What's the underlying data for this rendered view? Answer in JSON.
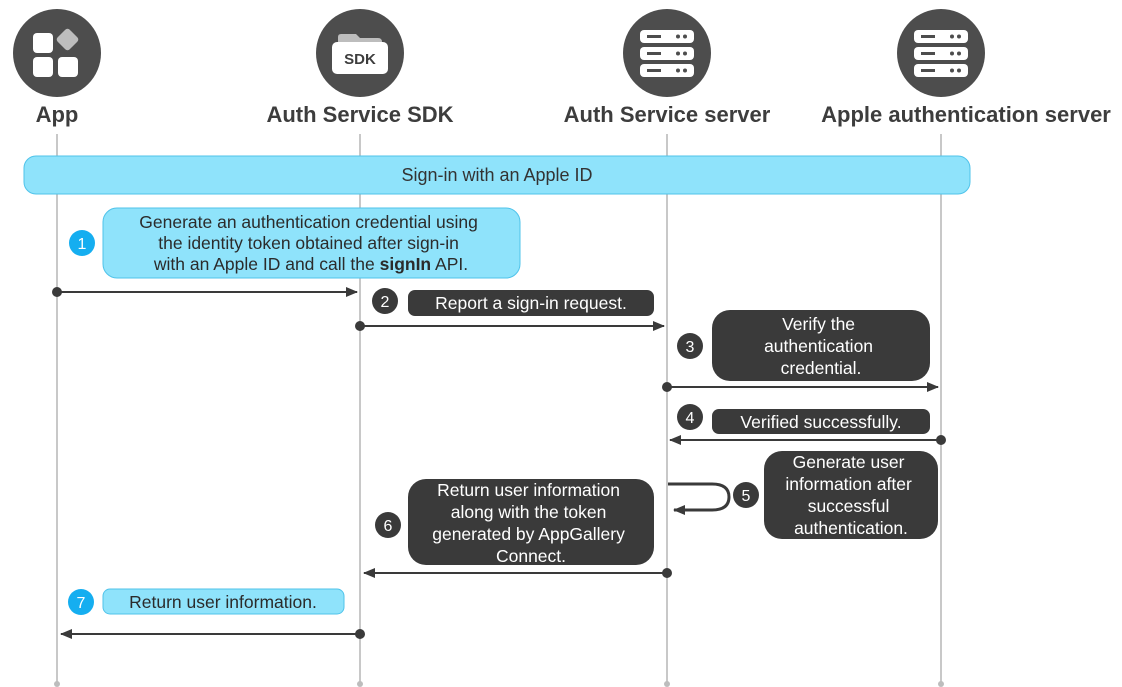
{
  "colors": {
    "lifeline": "#c8c8c8",
    "icon_bg": "#4d4d4d",
    "light_note_bg": "#8fe3fb",
    "light_note_border": "#4fc3ea",
    "dark_note_bg": "#3a3a3a",
    "light_badge": "#15aef0",
    "dark_badge": "#3a3a3a",
    "arrow": "#3a3a3a"
  },
  "actors": [
    {
      "id": "app",
      "label": "App",
      "icon": "app-grid-icon"
    },
    {
      "id": "sdk",
      "label": "Auth Service SDK",
      "icon": "sdk-folder-icon",
      "icon_text": "SDK"
    },
    {
      "id": "server",
      "label": "Auth Service server",
      "icon": "server-rack-icon"
    },
    {
      "id": "apple",
      "label": "Apple authentication server",
      "icon": "server-rack-icon"
    }
  ],
  "phase": {
    "label": "Sign-in with an Apple ID"
  },
  "steps": [
    {
      "num": "1",
      "style": "light",
      "lines": [
        [
          {
            "t": "Generate an authentication credential using"
          }
        ],
        [
          {
            "t": "the identity token obtained after sign-in"
          }
        ],
        [
          {
            "t": "with an Apple ID and call the "
          },
          {
            "t": "signIn",
            "b": true
          },
          {
            "t": " API."
          }
        ]
      ]
    },
    {
      "num": "2",
      "style": "dark",
      "lines": [
        [
          {
            "t": "Report a sign-in request."
          }
        ]
      ]
    },
    {
      "num": "3",
      "style": "dark",
      "lines": [
        [
          {
            "t": "Verify the"
          }
        ],
        [
          {
            "t": "authentication"
          }
        ],
        [
          {
            "t": "credential."
          }
        ]
      ]
    },
    {
      "num": "4",
      "style": "dark",
      "lines": [
        [
          {
            "t": "Verified successfully."
          }
        ]
      ]
    },
    {
      "num": "5",
      "style": "dark",
      "lines": [
        [
          {
            "t": "Generate user"
          }
        ],
        [
          {
            "t": "information after"
          }
        ],
        [
          {
            "t": "successful"
          }
        ],
        [
          {
            "t": "authentication."
          }
        ]
      ]
    },
    {
      "num": "6",
      "style": "dark",
      "lines": [
        [
          {
            "t": "Return user information"
          }
        ],
        [
          {
            "t": "along with the token"
          }
        ],
        [
          {
            "t": "generated by AppGallery"
          }
        ],
        [
          {
            "t": "Connect."
          }
        ]
      ]
    },
    {
      "num": "7",
      "style": "light",
      "lines": [
        [
          {
            "t": "Return user information."
          }
        ]
      ]
    }
  ]
}
